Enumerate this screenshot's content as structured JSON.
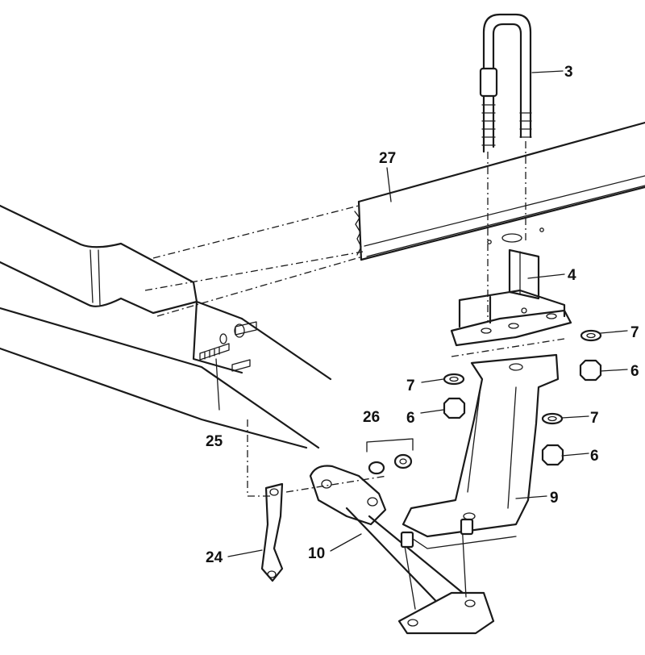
{
  "callouts": {
    "c3": "3",
    "c4": "4",
    "c6a": "6",
    "c6b": "6",
    "c6c": "6",
    "c7a": "7",
    "c7b": "7",
    "c7c": "7",
    "c9": "9",
    "c10": "10",
    "c24": "24",
    "c25": "25",
    "c26": "26",
    "c27": "27"
  }
}
